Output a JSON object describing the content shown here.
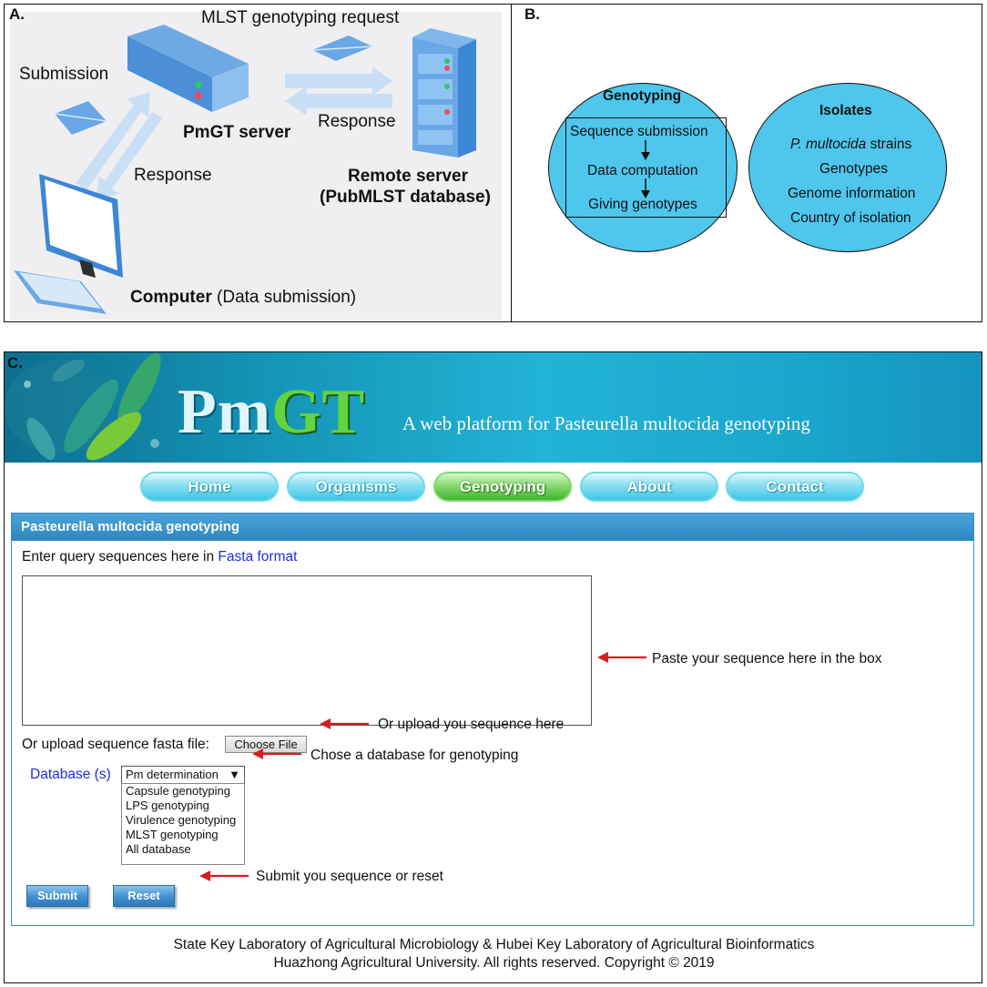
{
  "panel_a": {
    "letter": "A.",
    "request_label": "MLST genotyping request",
    "submission_label": "Submission",
    "pmgt_label": "PmGT server",
    "response_right": "Response",
    "response_left": "Response",
    "remote_line1": "Remote server",
    "remote_line2": "(PubMLST database)",
    "computer_bold": "Computer",
    "computer_rest": "(Data submission)"
  },
  "panel_b": {
    "letter": "B.",
    "genotyping": {
      "title": "Genotyping",
      "steps": [
        "Sequence submission",
        "Data computation",
        "Giving genotypes"
      ]
    },
    "isolates": {
      "title": "Isolates",
      "species_italic": "P. multocida",
      "species_rest": "strains",
      "items": [
        "Genotypes",
        "Genome information",
        "Country of isolation"
      ]
    }
  },
  "panel_c": {
    "letter": "C.",
    "logo_pm": "Pm",
    "logo_gt": "GT",
    "tagline": "A web platform for Pasteurella multocida genotyping",
    "nav": [
      {
        "label": "Home",
        "active": false
      },
      {
        "label": "Organisms",
        "active": false
      },
      {
        "label": "Genotyping",
        "active": true
      },
      {
        "label": "About",
        "active": false
      },
      {
        "label": "Contact",
        "active": false
      }
    ],
    "box_title": "Pasteurella multocida genotyping",
    "query_prefix": "Enter query sequences here in",
    "query_link": "Fasta format",
    "upload_label": "Or upload sequence fasta file:",
    "choose_file": "Choose File",
    "database_label": "Database (s)",
    "database_selected": "Pm determination",
    "database_options": [
      "Capsule genotyping",
      "LPS genotyping",
      "Virulence genotyping",
      "MLST genotyping",
      "All database"
    ],
    "submit": "Submit",
    "reset": "Reset",
    "annotations": {
      "paste": "Paste your sequence here in the box",
      "upload": "Or upload you sequence here",
      "database": "Chose a database for genotyping",
      "submit": "Submit you sequence or reset"
    },
    "footer": [
      "State Key Laboratory of Agricultural Microbiology & Hubei Key Laboratory of Agricultural Bioinformatics",
      "Huazhong Agricultural University. All rights reserved. Copyright © 2019"
    ]
  },
  "colors": {
    "ellipse_fill": "#4fc6ec",
    "arrow_red": "#d32020",
    "link_blue": "#1b2fd6",
    "box_header": "#2e86c1"
  }
}
